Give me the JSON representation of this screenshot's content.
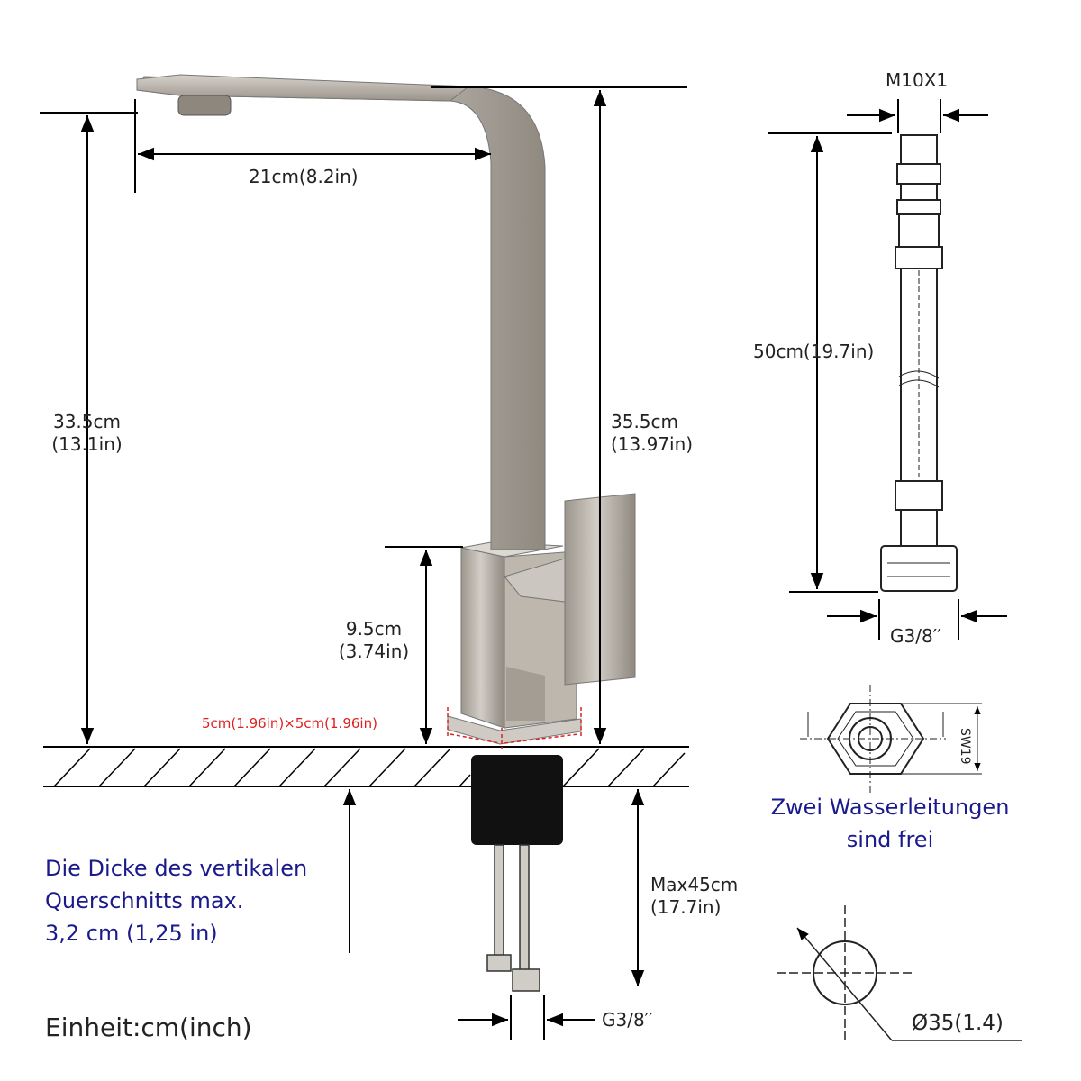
{
  "dimensions": {
    "spout_reach": "21cm(8.2in)",
    "spout_height_line1": "33.5cm",
    "spout_height_line2": "(13.1in)",
    "total_height_line1": "35.5cm",
    "total_height_line2": "(13.97in)",
    "base_height_line1": "9.5cm",
    "base_height_line2": "(3.74in)",
    "base_size": "5cm(1.96in)×5cm(1.96in)",
    "hose_length": "50cm(19.7in)",
    "hose_thread_top": "M10X1",
    "hose_thread_bottom": "G3/8′′",
    "inlet_thread": "G3/8′′",
    "max_depth_line1": "Max45cm",
    "max_depth_line2": "(17.7in)",
    "hole_diameter": "Ø35(1.4)",
    "nut_size": "SW19"
  },
  "notes": {
    "thickness_line1": "Die Dicke des vertikalen",
    "thickness_line2": "Querschnitts max.",
    "thickness_line3": "3,2 cm (1,25 in)",
    "hoses_free_line1": "Zwei Wasserleitungen",
    "hoses_free_line2": "sind frei",
    "unit": "Einheit:cm(inch)"
  },
  "colors": {
    "steel": "#b8b2a9",
    "steel_dark": "#8e887f",
    "base_block": "#111111",
    "line": "#000000",
    "note_blue": "#1a1a8c",
    "base_size_red": "#e02020"
  }
}
